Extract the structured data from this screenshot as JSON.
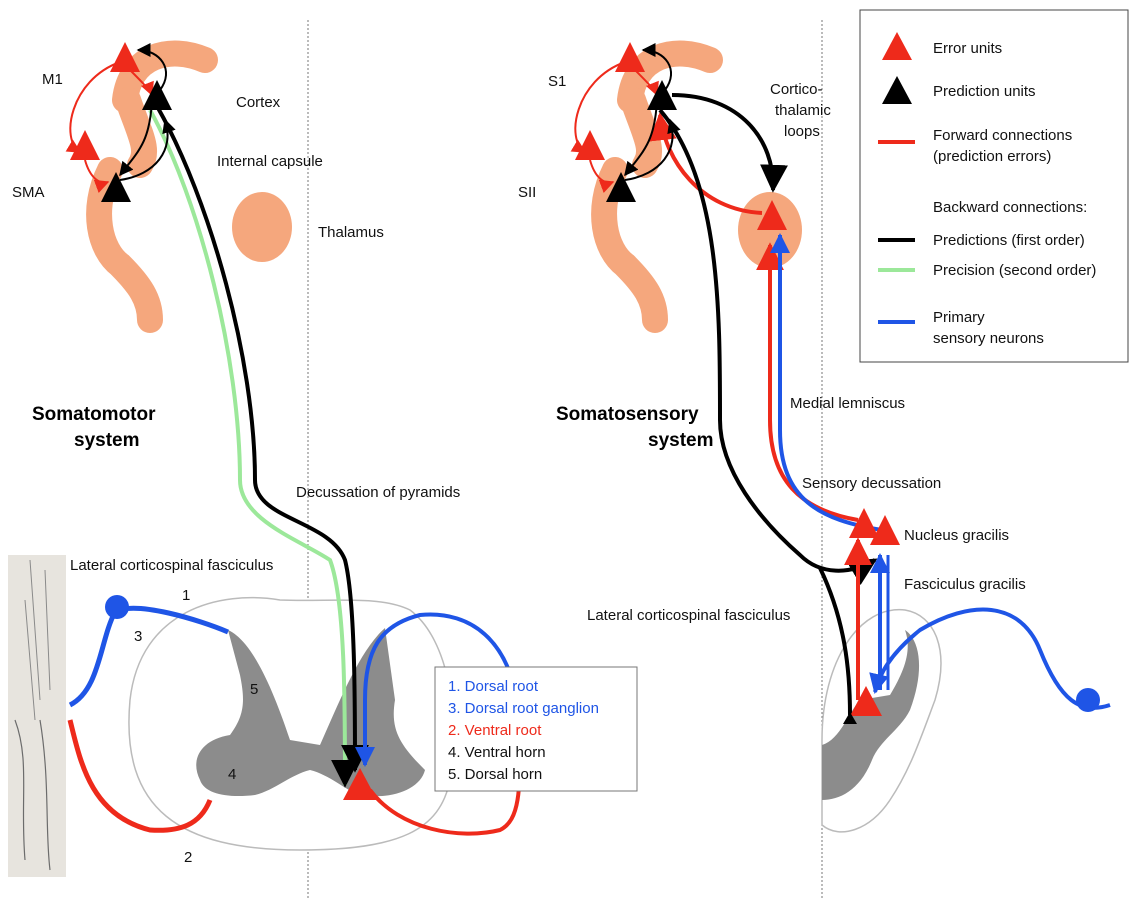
{
  "colors": {
    "error": "#ee2a1b",
    "prediction": "#000000",
    "forward": "#ee2a1b",
    "predictions_line": "#000000",
    "precision": "#9ce89a",
    "sensory": "#1f55e6",
    "cortex": "#f5a77d",
    "grey_matter": "#8c8c8c",
    "dorsal_key": "#1f55e6",
    "ventral_key": "#ee2a1b"
  },
  "left": {
    "m1": "M1",
    "sma": "SMA",
    "cortex": "Cortex",
    "internal_capsule": "Internal capsule",
    "thalamus": "Thalamus",
    "system_line1": "Somatomotor",
    "system_line2": "system",
    "decussation": "Decussation of pyramids",
    "lcf": "Lateral corticospinal fasciculus",
    "n1": "1",
    "n2": "2",
    "n3": "3",
    "n4": "4",
    "n5": "5"
  },
  "right": {
    "s1": "S1",
    "sii": "SII",
    "ctl_1": "Cortico-",
    "ctl_2": "thalamic",
    "ctl_3": "loops",
    "system_line1": "Somatosensory",
    "system_line2": "system",
    "medial_lemniscus": "Medial lemniscus",
    "sensory_decussation": "Sensory decussation",
    "nucleus_gracilis": "Nucleus gracilis",
    "fasciculus_gracilis": "Fasciculus gracilis",
    "lcf": "Lateral corticospinal fasciculus"
  },
  "key": [
    "1. Dorsal root",
    "3. Dorsal root ganglion",
    "2. Ventral root",
    "4. Ventral horn",
    "5. Dorsal horn"
  ],
  "legend": {
    "error_units": "Error units",
    "prediction_units": "Prediction units",
    "forward_1": "Forward connections",
    "forward_2": "(prediction errors)",
    "backward_header": "Backward connections:",
    "predictions": "Predictions (first order)",
    "precision": "Precision (second order)",
    "sensory_1": "Primary",
    "sensory_2": "sensory neurons"
  }
}
